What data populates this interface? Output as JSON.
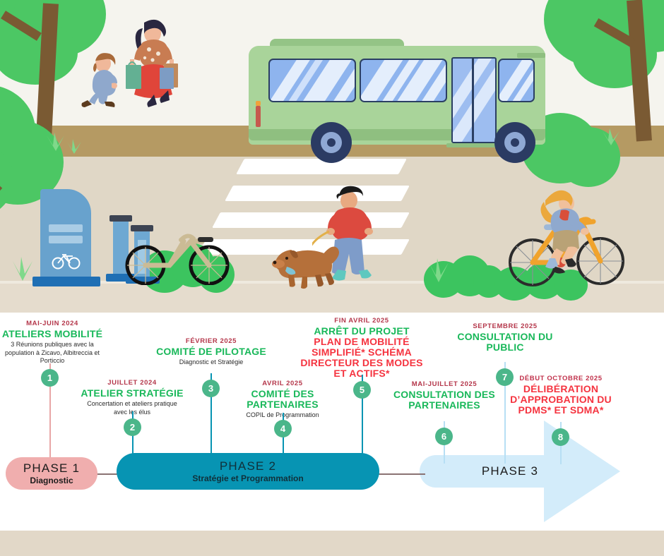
{
  "illustration": {
    "alt": "street scene with bus, bike-share station, pedestrians, dog walker and cyclist",
    "elements": [
      "tree",
      "bus",
      "bike-share-kiosk",
      "bicycle",
      "woman-with-shopping-bags",
      "running-child",
      "dog-walker",
      "dog",
      "female-cyclist",
      "crosswalk",
      "bush",
      "grass"
    ],
    "colors": {
      "sky": "#f5f4ee",
      "road": "#e0d7c6",
      "verge": "#b59a63",
      "sidewalk": "#e5dccd",
      "bus_body": "#a9d49a",
      "bus_window": "#8eb4ee",
      "foliage": "#4cc764",
      "trunk": "#7a5a33"
    }
  },
  "timeline": {
    "accent_green": "#19b85a",
    "accent_red": "#f5333f",
    "date_color": "#b4364a",
    "badge_color": "#4bb68a",
    "items": [
      {
        "number": "1",
        "date": "MAI-JUIN 2024",
        "title": "ATELIERS MOBILITÉ",
        "title_color": "green",
        "subtitle": "3 Réunions publiques avec la population à Zicavo, Albitreccia et Porticcio",
        "connector_color": "#e8a6a6"
      },
      {
        "number": "2",
        "date": "JUILLET 2024",
        "title": "ATELIER STRATÉGIE",
        "title_color": "green",
        "subtitle": "Concertation et ateliers pratique avec les élus",
        "connector_color": "#0794b3"
      },
      {
        "number": "3",
        "date": "FÉVRIER 2025",
        "title": "COMITÉ DE PILOTAGE",
        "title_color": "green",
        "subtitle": "Diagnostic et Stratégie",
        "connector_color": "#0794b3"
      },
      {
        "number": "4",
        "date": "AVRIL 2025",
        "title": "COMITÉ DES PARTENAIRES",
        "title_color": "green",
        "subtitle": "COPIL de Programmation",
        "connector_color": "#0794b3"
      },
      {
        "number": "5",
        "date": "FIN AVRIL 2025",
        "title": "ARRÊT DU PROJET",
        "title_color": "green",
        "title2": "PLAN DE MOBILITÉ SIMPLIFIÉ* SCHÉMA DIRECTEUR DES MODES ET ACTIFS*",
        "title2_color": "red",
        "subtitle": "",
        "connector_color": "#0794b3"
      },
      {
        "number": "6",
        "date": "MAI-JUILLET 2025",
        "title": "CONSULTATION DES PARTENAIRES",
        "title_color": "green",
        "subtitle": "",
        "connector_color": "#b7dff4"
      },
      {
        "number": "7",
        "date": "SEPTEMBRE 2025",
        "title": "CONSULTATION DU PUBLIC",
        "title_color": "green",
        "subtitle": "",
        "connector_color": "#b7dff4"
      },
      {
        "number": "8",
        "date": "DÉBUT OCTOBRE 2025",
        "title": "DÉLIBÉRATION D’APPROBATION DU PDMS* ET SDMA*",
        "title_color": "red",
        "subtitle": "",
        "connector_color": "#b7dff4"
      }
    ],
    "phases": [
      {
        "label": "PHASE 1",
        "sublabel": "Diagnostic",
        "color": "#f0aeae"
      },
      {
        "label": "PHASE 2",
        "sublabel": "Stratégie et Programmation",
        "color": "#0794b3"
      },
      {
        "label": "PHASE 3",
        "sublabel": "",
        "color": "#d3ecfa"
      }
    ]
  }
}
